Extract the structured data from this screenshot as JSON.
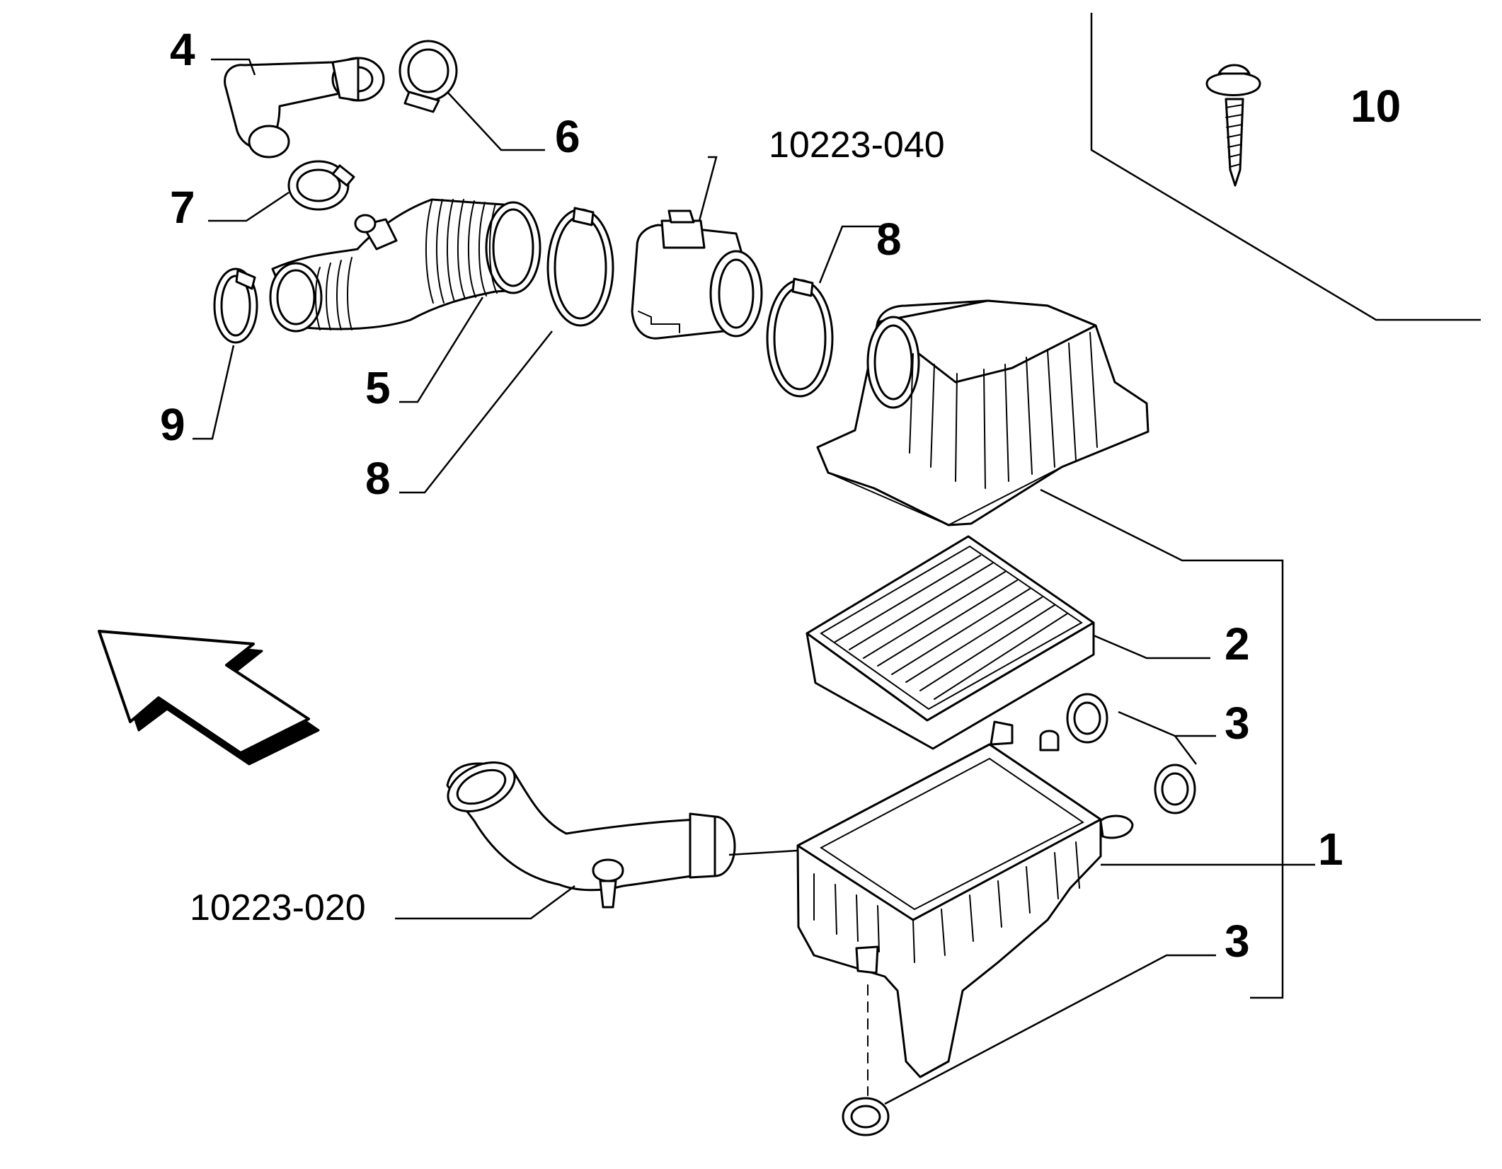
{
  "callouts": {
    "part_1": "1",
    "part_2": "2",
    "part_3a": "3",
    "part_3b": "3",
    "part_4": "4",
    "part_5": "5",
    "part_6": "6",
    "part_7": "7",
    "part_8a": "8",
    "part_8b": "8",
    "part_9": "9",
    "part_10": "10",
    "ref_sensor": "10223-040",
    "ref_intake": "10223-020"
  }
}
